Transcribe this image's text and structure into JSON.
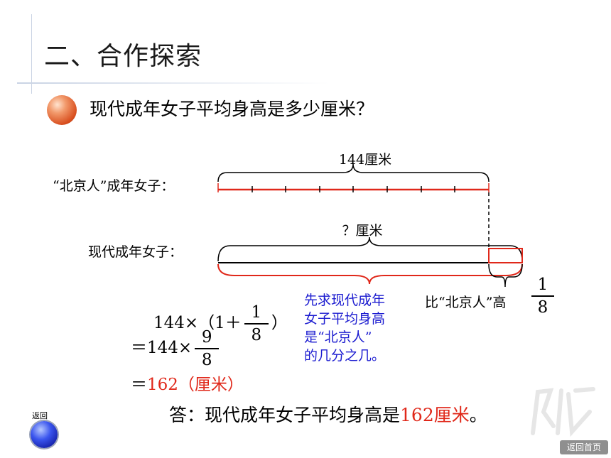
{
  "title": "二、合作探索",
  "question": "现代成年女子平均身高是多少厘米？",
  "diagram": {
    "top_measure": "144厘米",
    "beijing_label": "“北京人”成年女子：",
    "modern_measure": "？厘米",
    "modern_label": "现代成年女子：",
    "extra_prefix": "比“北京人”高",
    "extra_fraction": {
      "num": "1",
      "den": "8"
    }
  },
  "calc": {
    "line1": {
      "a": "144×（",
      "b": "1＋",
      "num": "1",
      "den": "8",
      "c": "）"
    },
    "line2": {
      "a": "＝144×",
      "num": "9",
      "den": "8"
    },
    "line3": {
      "eq": "＝",
      "result": "162（厘米）"
    }
  },
  "note": [
    "先求现代成年",
    "女子平均身高",
    "是“北京人”",
    "的几分之几。"
  ],
  "answer": {
    "prefix": "答：现代成年女子平均身高是",
    "value": "162厘米",
    "suffix": "。"
  },
  "nav": {
    "back_label": "返回",
    "home_label": "返回首页"
  },
  "colors": {
    "red": "#e0281a",
    "blue": "#1c1cd0",
    "accent_line": "#c9d3e4"
  }
}
